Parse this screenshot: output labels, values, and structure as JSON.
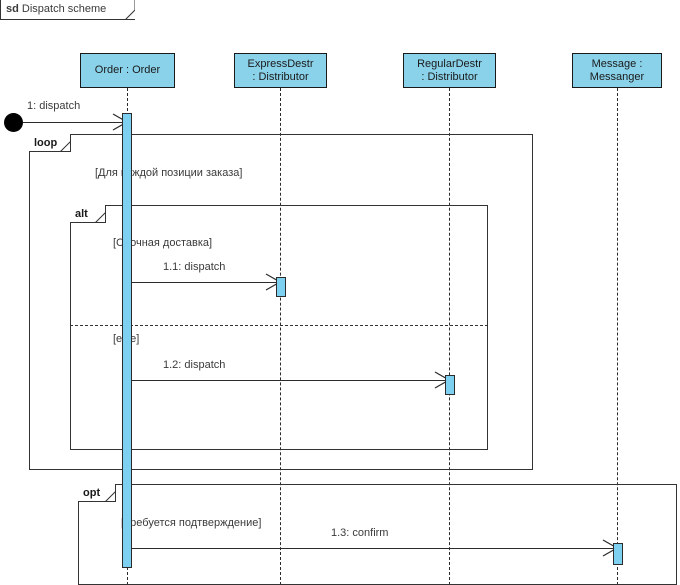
{
  "diagram": {
    "type": "uml-sequence-diagram",
    "frame": {
      "keyword": "sd",
      "name": "Dispatch scheme"
    },
    "lifelines": [
      {
        "id": "order",
        "line1": "Order : Order",
        "line2": "",
        "name": "Order : Order"
      },
      {
        "id": "express",
        "line1": "ExpressDestr",
        "line2": ": Distributor",
        "name": "ExpressDestr : Distributor"
      },
      {
        "id": "regular",
        "line1": "RegularDestr",
        "line2": ": Distributor",
        "name": "RegularDestr : Distributor"
      },
      {
        "id": "message",
        "line1": "Message :",
        "line2": "Messanger",
        "name": "Message : Messanger"
      }
    ],
    "messages": [
      {
        "id": "m1",
        "label": "1: dispatch",
        "from": "found",
        "to": "order"
      },
      {
        "id": "m11",
        "label": "1.1: dispatch",
        "from": "order",
        "to": "express"
      },
      {
        "id": "m12",
        "label": "1.2: dispatch",
        "from": "order",
        "to": "regular"
      },
      {
        "id": "m13",
        "label": "1.3: confirm",
        "from": "order",
        "to": "message"
      }
    ],
    "fragments": [
      {
        "id": "loop",
        "keyword": "loop",
        "guards": [
          "[Для каждой позиции заказа]"
        ]
      },
      {
        "id": "alt",
        "keyword": "alt",
        "guards": [
          "[Срочная доставка]",
          "[else]"
        ]
      },
      {
        "id": "opt",
        "keyword": "opt",
        "guards": [
          "[Требуется подтверждение]"
        ]
      }
    ],
    "colors": {
      "lifeline_header_fill": "#8ad2ea",
      "activation_fill": "#7ed0f0",
      "line": "#2b2b2b",
      "frame_line": "#333333",
      "text": "#3a3a3a",
      "start_node": "#000000",
      "background": "#ffffff"
    }
  }
}
